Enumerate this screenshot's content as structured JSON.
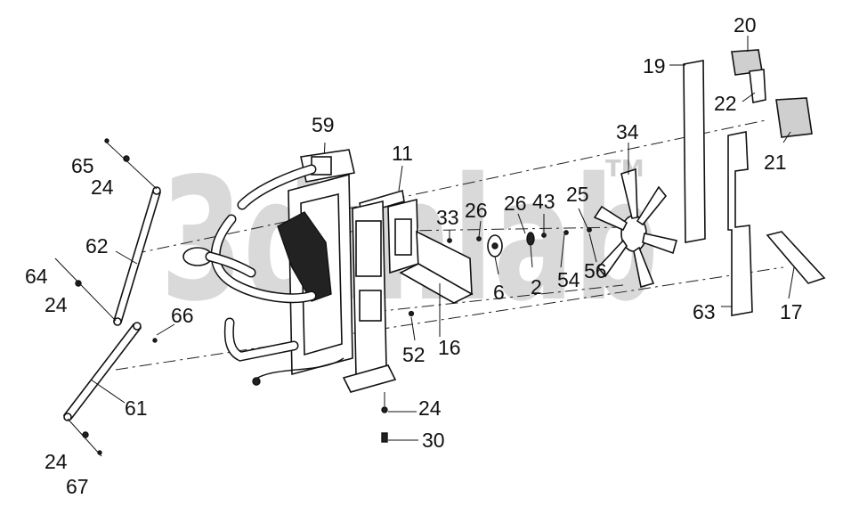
{
  "watermark": "3dmlab",
  "watermark_tm": "TM",
  "part_labels": [
    {
      "id": "p20",
      "text": "20"
    },
    {
      "id": "p19",
      "text": "19"
    },
    {
      "id": "p22",
      "text": "22"
    },
    {
      "id": "p21",
      "text": "21"
    },
    {
      "id": "p34",
      "text": "34"
    },
    {
      "id": "p59",
      "text": "59"
    },
    {
      "id": "p11",
      "text": "11"
    },
    {
      "id": "p65",
      "text": "65"
    },
    {
      "id": "p24a",
      "text": "24"
    },
    {
      "id": "p26a",
      "text": "26"
    },
    {
      "id": "p33",
      "text": "33"
    },
    {
      "id": "p26b",
      "text": "26"
    },
    {
      "id": "p43",
      "text": "43"
    },
    {
      "id": "p25",
      "text": "25"
    },
    {
      "id": "p62",
      "text": "62"
    },
    {
      "id": "p64",
      "text": "64"
    },
    {
      "id": "p24b",
      "text": "24"
    },
    {
      "id": "p56",
      "text": "56"
    },
    {
      "id": "p54",
      "text": "54"
    },
    {
      "id": "p2",
      "text": "2"
    },
    {
      "id": "p6",
      "text": "6"
    },
    {
      "id": "p66",
      "text": "66"
    },
    {
      "id": "p63",
      "text": "63"
    },
    {
      "id": "p17",
      "text": "17"
    },
    {
      "id": "p52",
      "text": "52"
    },
    {
      "id": "p16",
      "text": "16"
    },
    {
      "id": "p61",
      "text": "61"
    },
    {
      "id": "p24c",
      "text": "24"
    },
    {
      "id": "p30",
      "text": "30"
    },
    {
      "id": "p24d",
      "text": "24"
    },
    {
      "id": "p67",
      "text": "67"
    }
  ]
}
